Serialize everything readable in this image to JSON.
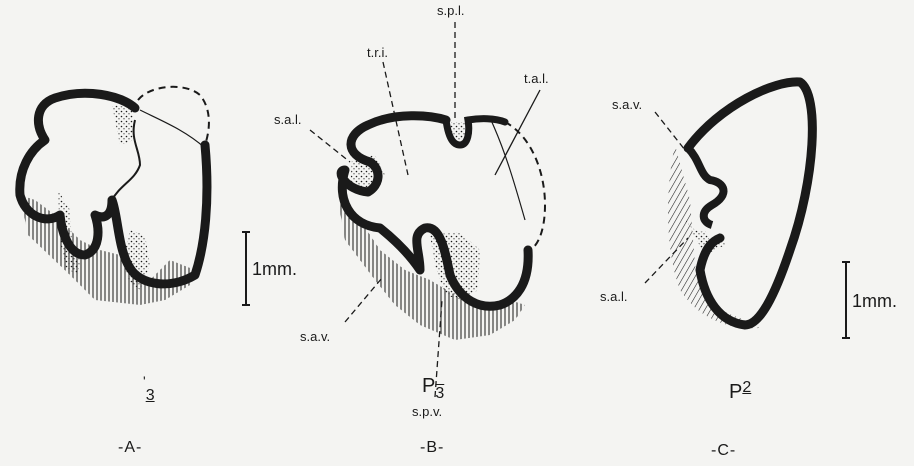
{
  "labels": {
    "tri": "t.r.i.",
    "spl": "s.p.l.",
    "tal": "t.a.l.",
    "sal_b": "s.a.l.",
    "sav_b": "s.a.v.",
    "spv_b": "s.p.v.",
    "sav_c": "s.a.v.",
    "sal_c": "s.a.l."
  },
  "scale_bars": {
    "left": "1mm.",
    "right": "1mm."
  },
  "tooth_labels": {
    "a_sub": "3",
    "b_main": "P",
    "b_sub": "3",
    "c_main": "P",
    "c_sub": "2"
  },
  "panels": {
    "a": "-A-",
    "b": "-B-",
    "c": "-C-"
  },
  "colors": {
    "ink": "#1a1a1a",
    "paper": "#f4f4f2"
  }
}
